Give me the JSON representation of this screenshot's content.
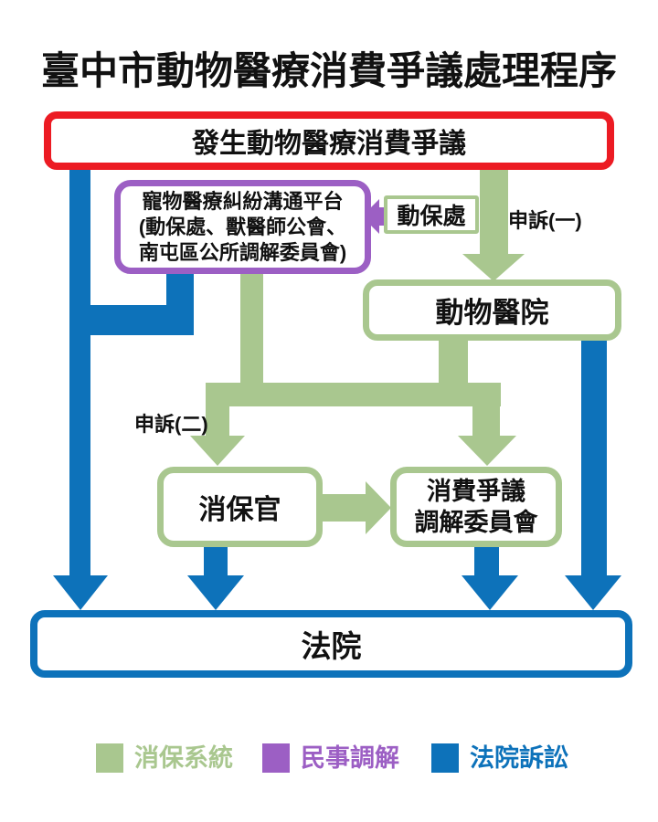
{
  "title": "臺中市動物醫療消費爭議處理程序",
  "colors": {
    "red": "#ec1b23",
    "green": "#a9c78f",
    "purple": "#9c5fc4",
    "blue": "#0d72ba",
    "ink": "#111111"
  },
  "nodes": {
    "dispute": {
      "label": "發生動物醫療消費爭議"
    },
    "platform": {
      "line1": "寵物醫療糾紛溝通平台",
      "line2": "(動保處、獸醫師公會、",
      "line3": "南屯區公所調解委員會)"
    },
    "apc": {
      "label": "動保處"
    },
    "hospital": {
      "label": "動物醫院"
    },
    "ombudsman": {
      "label": "消保官"
    },
    "committee": {
      "line1": "消費爭議",
      "line2": "調解委員會"
    },
    "court": {
      "label": "法院"
    }
  },
  "edge_labels": {
    "complaint1": "申訴(一)",
    "complaint2": "申訴(二)"
  },
  "legend": [
    {
      "label": "消保系統",
      "color_key": "green"
    },
    {
      "label": "民事調解",
      "color_key": "purple"
    },
    {
      "label": "法院訴訟",
      "color_key": "blue"
    }
  ]
}
